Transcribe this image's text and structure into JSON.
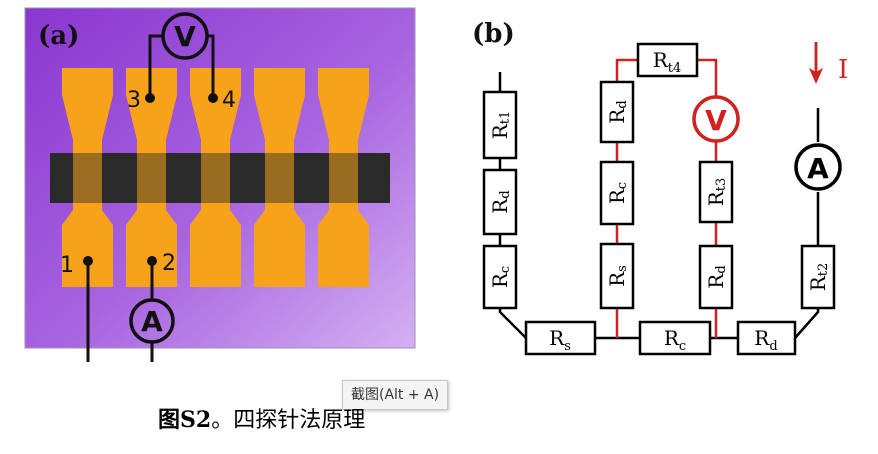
{
  "panel_a": {
    "label": "(a)",
    "voltmeter": "V",
    "ammeter": "A",
    "probe_labels": [
      "1",
      "2",
      "3",
      "4"
    ]
  },
  "panel_b": {
    "label": "(b)",
    "current_label": "I",
    "voltmeter": "V",
    "ammeter": "A",
    "resistors": {
      "rt1": {
        "main": "R",
        "sub": "t1"
      },
      "rd_left": {
        "main": "R",
        "sub": "d"
      },
      "rc_left": {
        "main": "R",
        "sub": "c"
      },
      "rd_mid": {
        "main": "R",
        "sub": "d"
      },
      "rc_mid": {
        "main": "R",
        "sub": "c"
      },
      "rs_mid": {
        "main": "R",
        "sub": "s"
      },
      "rt4": {
        "main": "R",
        "sub": "t4"
      },
      "rt3": {
        "main": "R",
        "sub": "t3"
      },
      "rd_right": {
        "main": "R",
        "sub": "d"
      },
      "rt2": {
        "main": "R",
        "sub": "t2"
      },
      "rs_bottom": {
        "main": "R",
        "sub": "s"
      },
      "rc_bottom": {
        "main": "R",
        "sub": "c"
      },
      "rd_bottom": {
        "main": "R",
        "sub": "d"
      }
    },
    "colors": {
      "red": "#d42020",
      "black": "#000000"
    }
  },
  "tooltip": "截图(Alt + A)",
  "caption": {
    "fig": "图S2",
    "text": "。四探针法原理"
  }
}
